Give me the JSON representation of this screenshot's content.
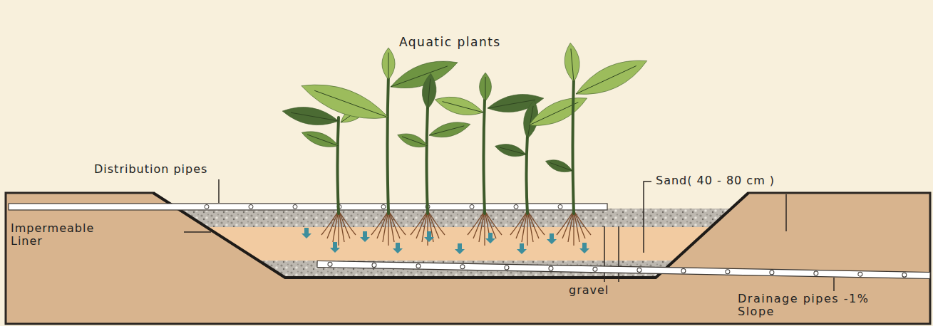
{
  "diagram": {
    "labels": [
      "Aquatic plants",
      "Distribution pipes",
      "Sand( 40 - 80 cm )",
      "Impermeable Liner",
      "gravel",
      "Drainage pipes -1% Slope"
    ]
  }
}
